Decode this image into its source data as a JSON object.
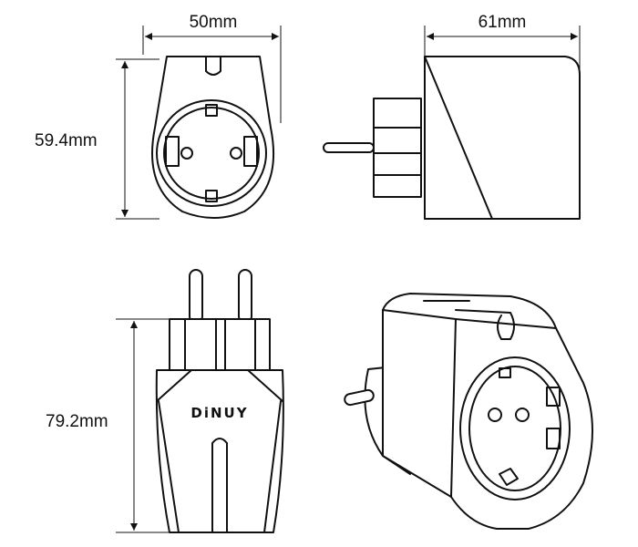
{
  "dimensions": {
    "width_front": "50mm",
    "depth_side": "61mm",
    "height_front": "59.4mm",
    "height_total": "79.2mm"
  },
  "brand": {
    "logo_text": "DiNUY"
  },
  "colors": {
    "line": "#111111",
    "background": "#ffffff"
  }
}
